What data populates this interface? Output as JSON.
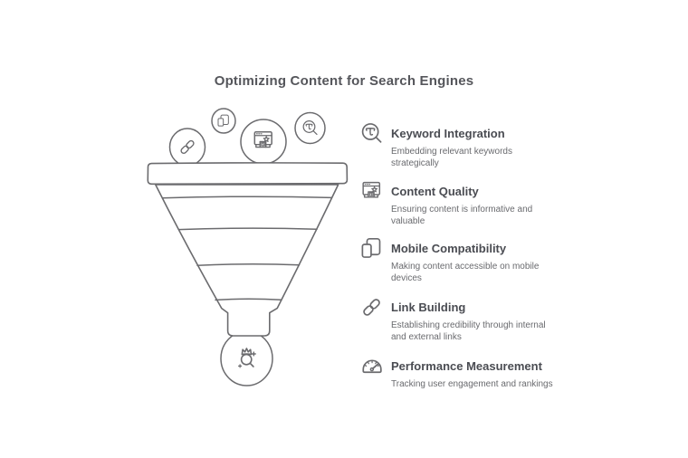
{
  "title": "Optimizing Content for Search Engines",
  "colors": {
    "line": "#6b6b6e",
    "title_text": "#55565b",
    "item_title_text": "#4a4c52",
    "item_desc_text": "#696a6e",
    "background": "#ffffff"
  },
  "funnel": {
    "sections": 5,
    "badge_icons": [
      "link-icon",
      "mobile-devices-icon",
      "content-quality-icon",
      "keyword-search-icon"
    ],
    "result_icon": "crowned-magnifier-icon"
  },
  "items": [
    {
      "icon": "keyword-search-icon",
      "title": "Keyword Integration",
      "description": "Embedding relevant keywords strategically"
    },
    {
      "icon": "content-quality-icon",
      "title": "Content Quality",
      "description": "Ensuring content is informative and valuable"
    },
    {
      "icon": "mobile-devices-icon",
      "title": "Mobile Compatibility",
      "description": "Making content accessible on mobile devices"
    },
    {
      "icon": "link-icon",
      "title": "Link Building",
      "description": "Establishing credibility through internal and external links"
    },
    {
      "icon": "gauge-icon",
      "title": "Performance Measurement",
      "description": "Tracking user engagement and rankings"
    }
  ]
}
